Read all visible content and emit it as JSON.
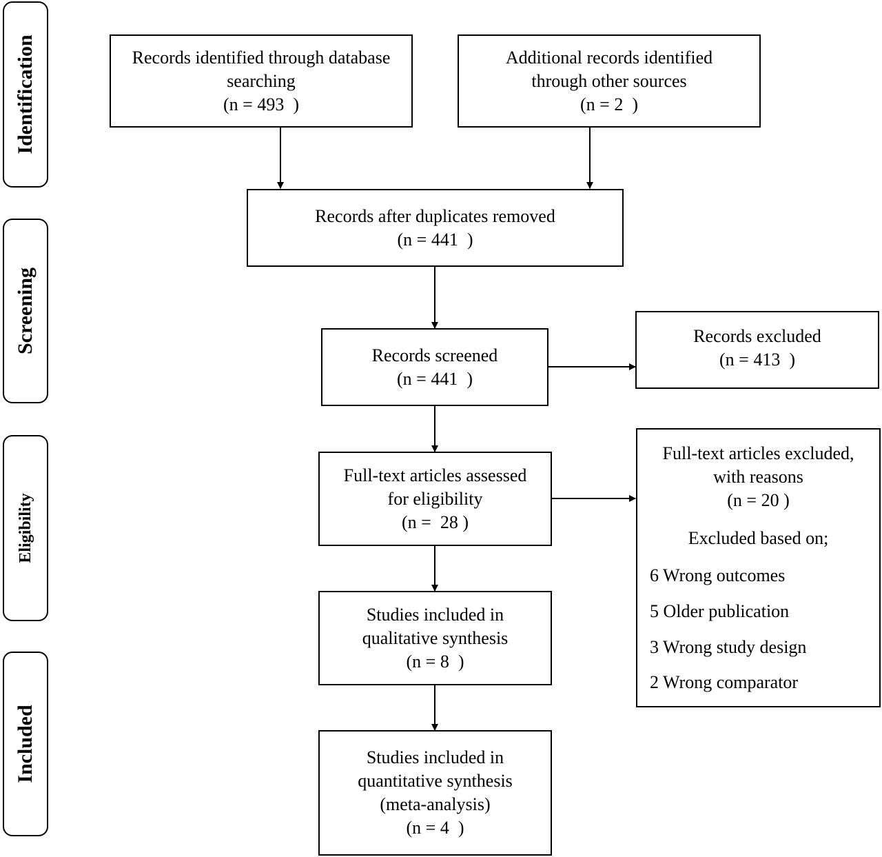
{
  "stages": {
    "identification": "Identification",
    "screening": "Screening",
    "eligibility": "Eligibility",
    "included": "Included"
  },
  "boxes": {
    "database": {
      "lines": [
        "Records identified through database",
        "searching",
        "(n = 493  )"
      ]
    },
    "other_sources": {
      "lines": [
        "Additional records identified",
        "through other sources",
        "(n = 2  )"
      ]
    },
    "duplicates_removed": {
      "lines": [
        "Records after duplicates removed",
        "(n = 441  )"
      ]
    },
    "screened": {
      "lines": [
        "Records screened",
        "(n = 441  )"
      ]
    },
    "excluded": {
      "lines": [
        "Records excluded",
        "(n = 413  )"
      ]
    },
    "fulltext_assessed": {
      "lines": [
        "Full-text articles assessed",
        "for eligibility",
        "(n =  28 )"
      ]
    },
    "fulltext_excluded": {
      "lines": [
        "Full-text articles excluded,",
        "with reasons",
        "(n = 20 )"
      ],
      "subheading": "Excluded based on;",
      "reasons": [
        "6 Wrong outcomes",
        "5 Older publication",
        "3 Wrong study design",
        "2 Wrong comparator"
      ]
    },
    "qualitative": {
      "lines": [
        "Studies included in",
        "qualitative synthesis",
        "(n = 8  )"
      ]
    },
    "quantitative": {
      "lines": [
        "Studies included in",
        "quantitative synthesis",
        "(meta-analysis)",
        "(n = 4  )"
      ]
    }
  }
}
